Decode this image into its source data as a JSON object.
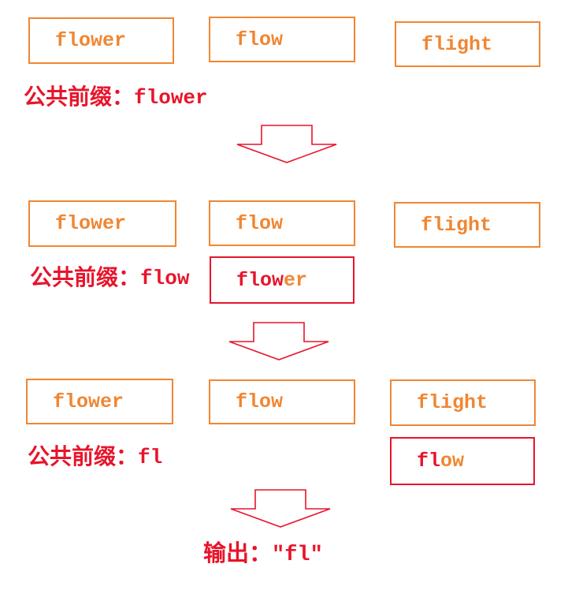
{
  "colors": {
    "orange": "#f08632",
    "red": "#e8142b",
    "background": "#ffffff"
  },
  "icons": {
    "arrow": "down-arrow"
  },
  "sections": [
    {
      "name": "step-1",
      "boxes": [
        {
          "text": "flower"
        },
        {
          "text": "flow"
        },
        {
          "text": "flight"
        }
      ],
      "label": {
        "prefix": "公共前缀：",
        "value": "flower"
      }
    },
    {
      "name": "step-2",
      "boxes": [
        {
          "text": "flower"
        },
        {
          "text": "flow"
        },
        {
          "text": "flight"
        }
      ],
      "label": {
        "prefix": "公共前缀：",
        "value": "flow"
      },
      "compare_box": {
        "matched": "flow",
        "remainder": "er"
      }
    },
    {
      "name": "step-3",
      "boxes": [
        {
          "text": "flower"
        },
        {
          "text": "flow"
        },
        {
          "text": "flight"
        }
      ],
      "label": {
        "prefix": "公共前缀：",
        "value": "fl"
      },
      "compare_box": {
        "matched": "fl",
        "remainder": "ow"
      }
    }
  ],
  "output": {
    "prefix": "输出：",
    "value": "″fl″"
  }
}
